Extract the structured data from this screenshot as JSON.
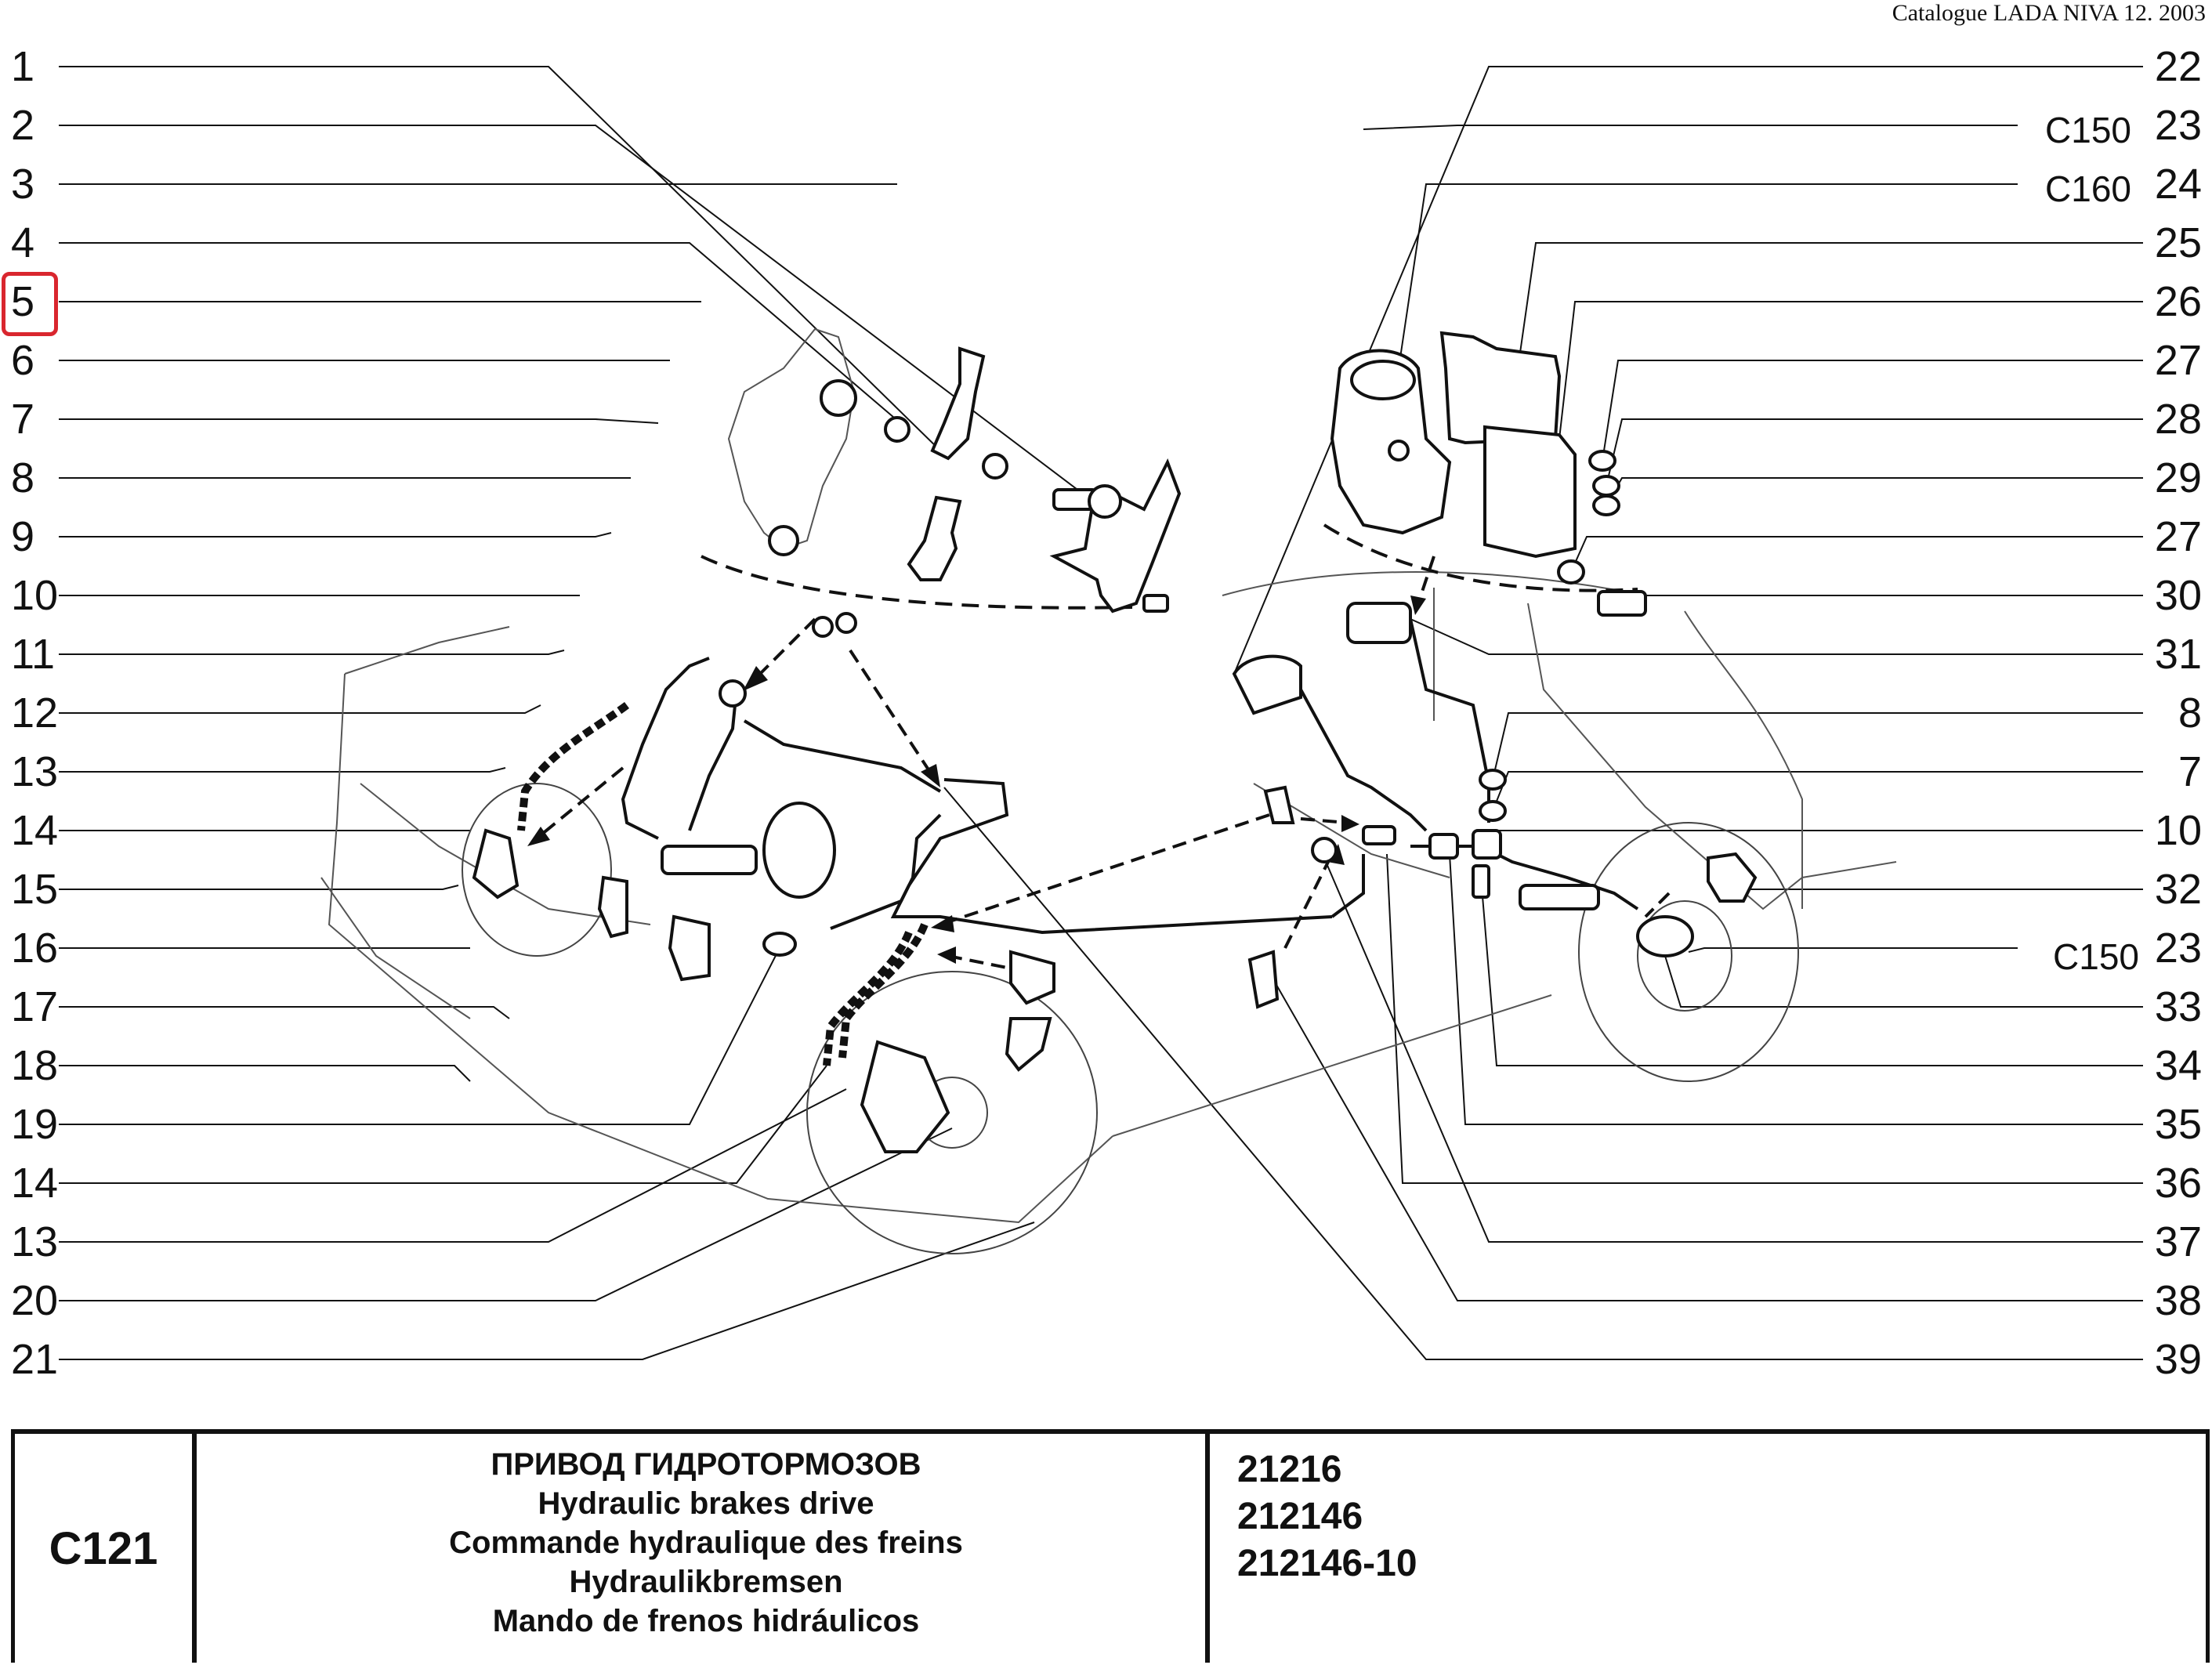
{
  "header": {
    "catalogue": "Catalogue  LADA  NIVA  12.  2003"
  },
  "callouts_left": [
    "1",
    "2",
    "3",
    "4",
    "5",
    "6",
    "7",
    "8",
    "9",
    "10",
    "11",
    "12",
    "13",
    "14",
    "15",
    "16",
    "17",
    "18",
    "19",
    "14",
    "13",
    "20",
    "21"
  ],
  "callouts_right": [
    "22",
    "23",
    "24",
    "25",
    "26",
    "27",
    "28",
    "29",
    "27",
    "30",
    "31",
    "8",
    "7",
    "10",
    "32",
    "23",
    "33",
    "34",
    "35",
    "36",
    "37",
    "38",
    "39"
  ],
  "ref_codes": {
    "c150_a": "C150",
    "c160": "C160",
    "c150_b": "C150"
  },
  "highlighted_callout": "5",
  "title_block": {
    "code": "C121",
    "titles": [
      "ПРИВОД ГИДРОТОРМОЗОВ",
      "Hydraulic brakes drive",
      "Commande hydraulique des freins",
      "Hydraulikbremsen",
      "Mando de frenos hidráulicos"
    ],
    "models": [
      "21216",
      "212146",
      "212146-10"
    ]
  }
}
